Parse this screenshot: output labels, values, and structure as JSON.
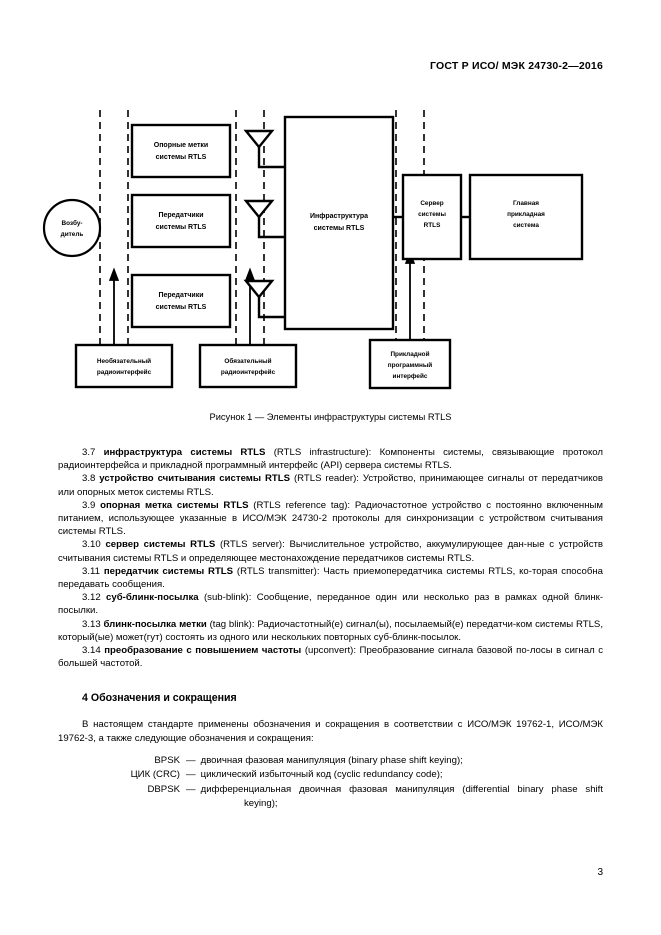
{
  "header": {
    "standard_title": "ГОСТ Р ИСО/ МЭК 24730-2—2016"
  },
  "figure": {
    "caption": "Рисунок 1 — Элементы инфраструктуры системы RTLS",
    "nodes": {
      "exciter_line1": "Возбу-",
      "exciter_line2": "дитель",
      "reference_tags_line1": "Опорные метки",
      "reference_tags_line2": "системы RTLS",
      "transmitters_a_line1": "Передатчики",
      "transmitters_a_line2": "системы RTLS",
      "transmitters_b_line1": "Передатчики",
      "transmitters_b_line2": "системы RTLS",
      "infrastructure_line1": "Инфраструктура",
      "infrastructure_line2": "системы RTLS",
      "server_line1": "Сервер",
      "server_line2": "системы",
      "server_line3": "RTLS",
      "host_app_line1": "Главная",
      "host_app_line2": "прикладная",
      "host_app_line3": "система",
      "optional_air_line1": "Необязательный",
      "optional_air_line2": "радиоинтерфейс",
      "mandatory_air_line1": "Обязательный",
      "mandatory_air_line2": "радиоинтерфейс",
      "api_line1": "Прикладной",
      "api_line2": "программный",
      "api_line3": "интерфейс"
    }
  },
  "definitions": [
    {
      "number": "3.7",
      "term": "инфраструктура системы RTLS",
      "english": "(RTLS infrastructure):",
      "text": " Компоненты системы, связывающие протокол радиоинтерфейса и прикладной программный интерфейс (API) сервера системы RTLS."
    },
    {
      "number": "3.8",
      "term": "устройство считывания системы RTLS",
      "english": "(RTLS reader):",
      "text": " Устройство, принимающее сигналы от передатчиков или опорных меток системы RTLS."
    },
    {
      "number": "3.9",
      "term": "опорная метка системы RTLS",
      "english": "(RTLS reference tag):",
      "text": " Радиочастотное устройство с постоянно включенным питанием, использующее указанные в ИСО/МЭК 24730-2 протоколы для синхронизации с устройством считывания системы RTLS."
    },
    {
      "number": "3.10",
      "term": "сервер системы RTLS",
      "english": "(RTLS server):",
      "text": " Вычислительное устройство, аккумулирующее дан-ные с устройств считывания системы RTLS и определяющее местонахождение передатчиков системы RTLS."
    },
    {
      "number": "3.11",
      "term": "передатчик системы RTLS",
      "english": "(RTLS transmitter):",
      "text": " Часть приемопередатчика системы RTLS, ко-торая способна передавать сообщения."
    },
    {
      "number": "3.12",
      "term": "суб-блинк-посылка",
      "english": "(sub-blink):",
      "text": " Сообщение, переданное один или несколько раз в рамках одной блинк-посылки."
    },
    {
      "number": "3.13",
      "term": "блинк-посылка метки",
      "english": "(tag blink):",
      "text": " Радиочастотный(е) сигнал(ы), посылаемый(е) передатчи-ком системы RTLS, который(ые) может(гут) состоять из одного или нескольких повторных суб-блинк-посылок."
    },
    {
      "number": "3.14",
      "term": "преобразование с повышением частоты",
      "english": "(upconvert):",
      "text": " Преобразование сигнала базовой по-лосы в сигнал с большей частотой."
    }
  ],
  "section4": {
    "heading": "4 Обозначения и сокращения",
    "intro": "В настоящем стандарте применены обозначения и сокращения в соответствии с ИСО/МЭК 19762-1, ИСО/МЭК 19762-3, а также следующие обозначения и сокращения:",
    "abbreviations": [
      {
        "term": "BPSK",
        "dash": "—",
        "definition": "двоичная фазовая манипуляция (binary phase shift keying);",
        "continuation": ""
      },
      {
        "term": "ЦИК (CRC)",
        "dash": "—",
        "definition": "циклический избыточный код (cyclic redundancy code);",
        "continuation": ""
      },
      {
        "term": "DBPSK",
        "dash": "—",
        "definition": "дифференциальная двоичная фазовая манипуляция (differential binary phase shift",
        "continuation": "keying);"
      }
    ]
  },
  "footer": {
    "page_number": "3"
  }
}
